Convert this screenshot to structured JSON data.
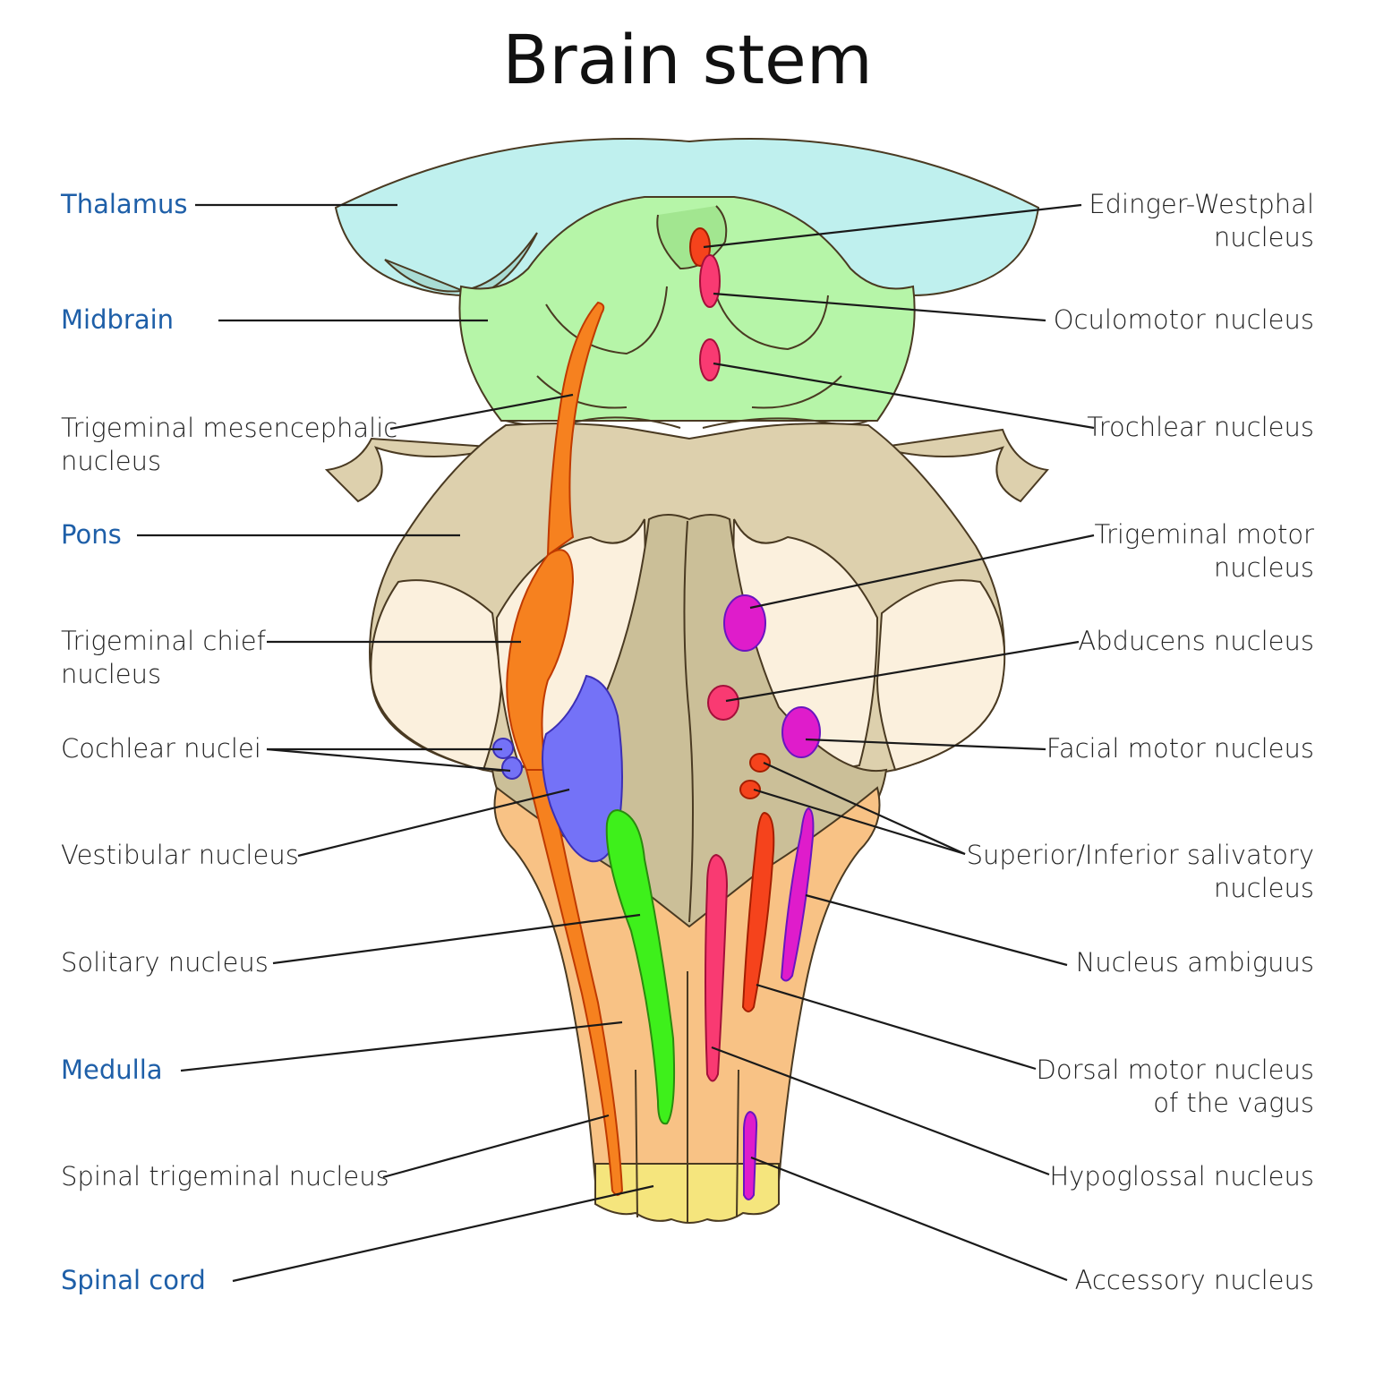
{
  "title": "Brain stem",
  "colors": {
    "region_label": "#1e5fa8",
    "thalamus": "#bff0ee",
    "thalamus_shade": "#a9dcd4",
    "midbrain": "#b6f5a8",
    "midbrain_shade": "#a2e690",
    "pons": "#ddd0ad",
    "pons_light": "#fbf0dd",
    "pons_shade": "#cbbf98",
    "medulla": "#f8c285",
    "medulla_shade": "#e8b070",
    "spinal_cord": "#f5e57d",
    "trigeminal": "#f6811f",
    "vestibular": "#7472f7",
    "solitary": "#3ef01b",
    "pink_nucleus": "#f93a72",
    "red_nucleus": "#f5431c",
    "magenta_nucleus": "#df1ccb"
  },
  "labels_left": [
    {
      "id": "thalamus",
      "text": "Thalamus",
      "type": "region"
    },
    {
      "id": "midbrain",
      "text": "Midbrain",
      "type": "region"
    },
    {
      "id": "trigeminal-mesencephalic",
      "text": "Trigeminal mesencephalic\nnucleus",
      "type": "nucleus"
    },
    {
      "id": "pons",
      "text": "Pons",
      "type": "region"
    },
    {
      "id": "trigeminal-chief",
      "text": "Trigeminal chief\nnucleus",
      "type": "nucleus"
    },
    {
      "id": "cochlear",
      "text": "Cochlear nuclei",
      "type": "nucleus"
    },
    {
      "id": "vestibular",
      "text": "Vestibular nucleus",
      "type": "nucleus"
    },
    {
      "id": "solitary",
      "text": "Solitary nucleus",
      "type": "nucleus"
    },
    {
      "id": "medulla",
      "text": "Medulla",
      "type": "region"
    },
    {
      "id": "spinal-trigeminal",
      "text": "Spinal trigeminal nucleus",
      "type": "nucleus"
    },
    {
      "id": "spinal-cord",
      "text": "Spinal cord",
      "type": "region"
    }
  ],
  "labels_right": [
    {
      "id": "edinger-westphal",
      "text": "Edinger-Westphal\nnucleus",
      "type": "nucleus"
    },
    {
      "id": "oculomotor",
      "text": "Oculomotor nucleus",
      "type": "nucleus"
    },
    {
      "id": "trochlear",
      "text": "Trochlear nucleus",
      "type": "nucleus"
    },
    {
      "id": "trigeminal-motor",
      "text": "Trigeminal motor\nnucleus",
      "type": "nucleus"
    },
    {
      "id": "abducens",
      "text": "Abducens nucleus",
      "type": "nucleus"
    },
    {
      "id": "facial-motor",
      "text": "Facial motor nucleus",
      "type": "nucleus"
    },
    {
      "id": "salivatory",
      "text": "Superior/Inferior salivatory\nnucleus",
      "type": "nucleus"
    },
    {
      "id": "ambiguus",
      "text": "Nucleus ambiguus",
      "type": "nucleus"
    },
    {
      "id": "dorsal-vagus",
      "text": "Dorsal motor nucleus\nof the vagus",
      "type": "nucleus"
    },
    {
      "id": "hypoglossal",
      "text": "Hypoglossal nucleus",
      "type": "nucleus"
    },
    {
      "id": "accessory",
      "text": "Accessory nucleus",
      "type": "nucleus"
    }
  ]
}
